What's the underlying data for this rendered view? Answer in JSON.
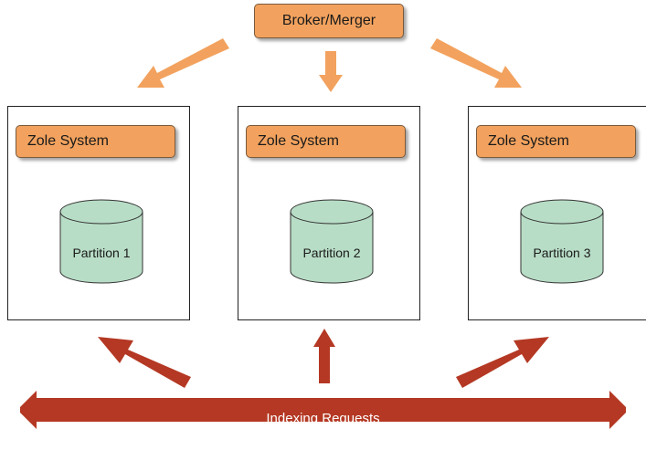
{
  "broker": {
    "label": "Broker/Merger"
  },
  "systems": [
    {
      "title": "Zole System",
      "partition": "Partition 1"
    },
    {
      "title": "Zole System",
      "partition": "Partition 2"
    },
    {
      "title": "Zole System",
      "partition": "Partition 3"
    }
  ],
  "indexing": {
    "label": "Indexing Requests"
  },
  "colors": {
    "box_fill": "#f2a25e",
    "top_arrow": "#f2a25e",
    "bottom_arrow": "#b43823",
    "cylinder_fill": "#b8ddc6"
  }
}
